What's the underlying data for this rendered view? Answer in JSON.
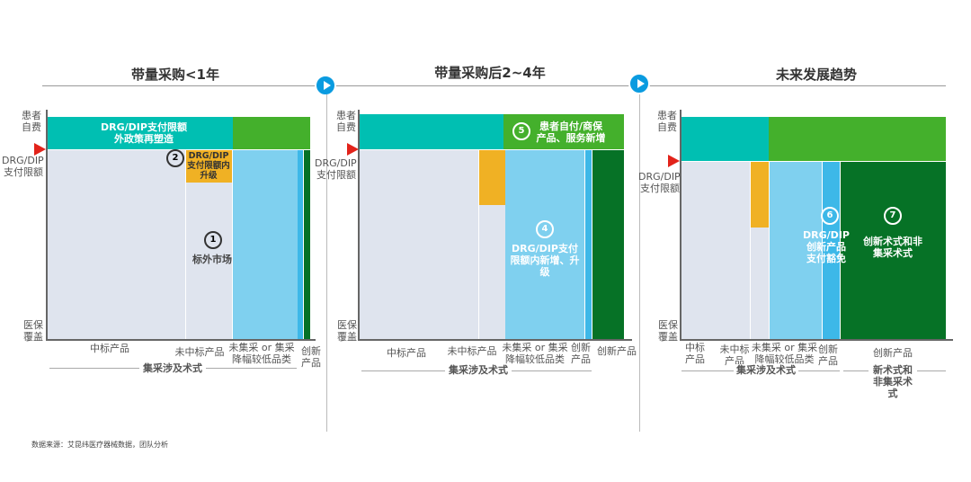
{
  "colors": {
    "teal": "#00bfb2",
    "green": "#44b02c",
    "light": "#dfe4ee",
    "orange": "#f0b124",
    "lightblue": "#7fd0ef",
    "blue": "#3db8e8",
    "darkgreen": "#067226",
    "flag": "#e2231a"
  },
  "axis": {
    "self_pay": "患者自费",
    "limit": "DRG/DIP支付限额",
    "insurance": "医保覆盖"
  },
  "panels": [
    {
      "title": "带量采购<1年",
      "top_label": "DRG/DIP支付限额外政策再塑造",
      "badge2": "2",
      "orange_label": "DRG/DIP支付限额内升级",
      "badge1": "1",
      "mid_label": "标外市场",
      "x_labels": [
        "中标产品",
        "未中标产品",
        "未集采 or 集采降幅较低品类",
        "创新产品"
      ],
      "bracket": "集采涉及术式"
    },
    {
      "title": "带量采购后2~4年",
      "badge5": "5",
      "green_label": "患者自付/商保产品、服务新增",
      "badge4": "4",
      "blue_label": "DRG/DIP支付限额内新增、升级",
      "x_labels": [
        "中标产品",
        "未中标产品",
        "未集采 or 集采降幅较低品类",
        "创新产品",
        "创新产品"
      ],
      "bracket": "集采涉及术式"
    },
    {
      "title": "未来发展趋势",
      "badge6": "6",
      "blue_label": "DRG/DIP创新产品支付豁免",
      "badge7": "7",
      "green_label": "创新术式和非集采术式",
      "x_labels": [
        "中标产品",
        "未中标产品",
        "未集采 or 集采降幅较低品类",
        "创新产品",
        "创新产品"
      ],
      "bracket": "集采涉及术式",
      "bracket2": "新术式和非集采术式"
    }
  ],
  "source": "数据来源：艾昆纬医疗器械数据，团队分析"
}
